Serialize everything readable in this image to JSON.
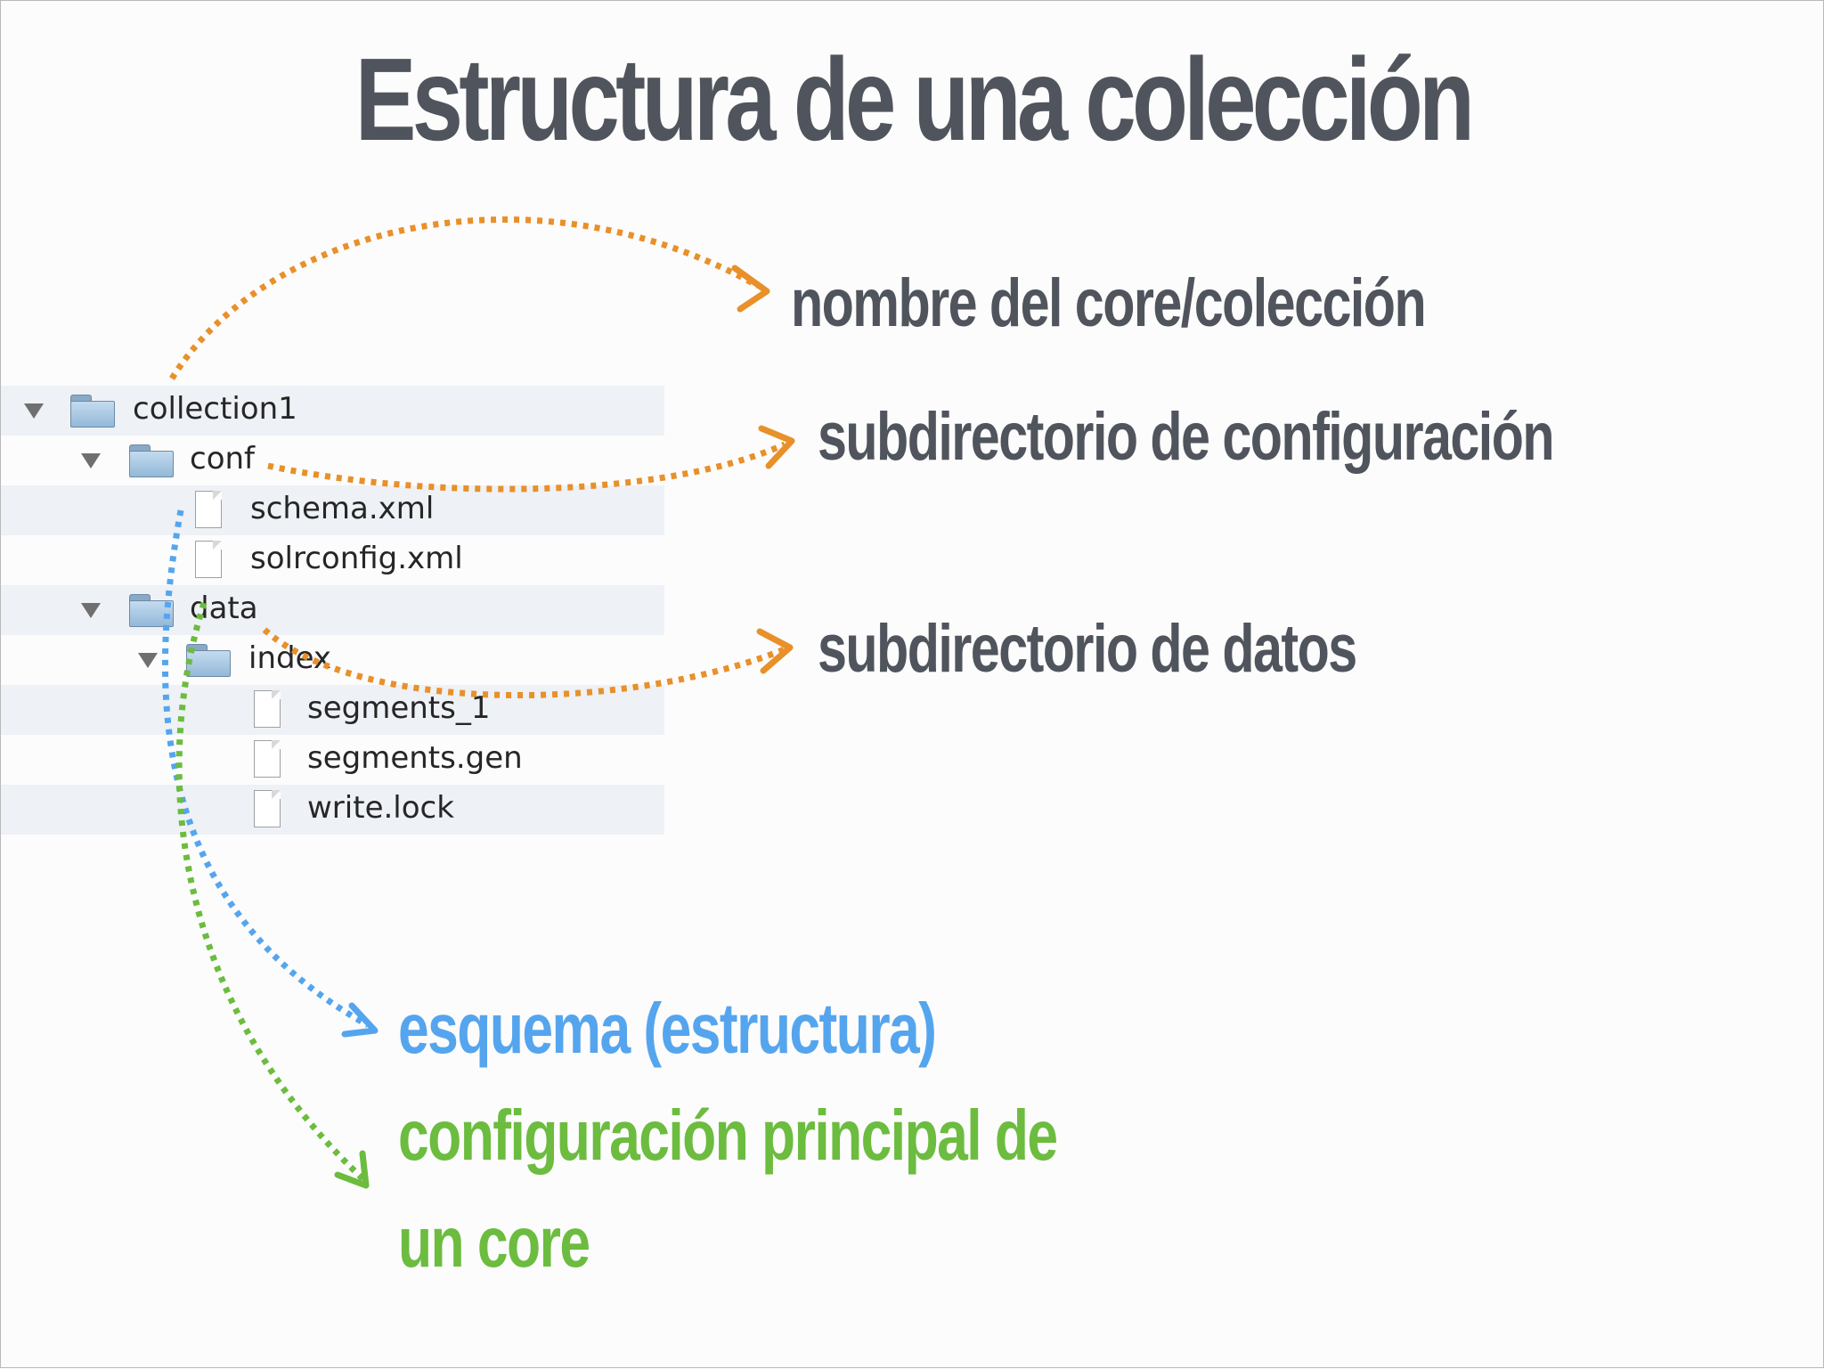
{
  "title": "Estructura de una colección",
  "tree": {
    "items": [
      {
        "name": "collection1",
        "kind": "folder",
        "depth": 0,
        "expanded": true
      },
      {
        "name": "conf",
        "kind": "folder",
        "depth": 1,
        "expanded": true
      },
      {
        "name": "schema.xml",
        "kind": "file",
        "depth": 2
      },
      {
        "name": "solrconfig.xml",
        "kind": "file",
        "depth": 2
      },
      {
        "name": "data",
        "kind": "folder",
        "depth": 1,
        "expanded": true
      },
      {
        "name": "index",
        "kind": "folder",
        "depth": 2,
        "expanded": true
      },
      {
        "name": "segments_1",
        "kind": "file",
        "depth": 3
      },
      {
        "name": "segments.gen",
        "kind": "file",
        "depth": 3
      },
      {
        "name": "write.lock",
        "kind": "file",
        "depth": 3
      }
    ]
  },
  "annotations": {
    "core_name": "nombre del core/colección",
    "conf_dir": "subdirectorio de configuración",
    "data_dir": "subdirectorio de datos",
    "schema": "esquema (estructura)",
    "solrconfig_line1": "configuración principal de",
    "solrconfig_line2": "un core"
  },
  "colors": {
    "orange": "#e8902a",
    "blue": "#55a5ee",
    "green": "#6cbc3f",
    "dark": "#50545c"
  }
}
